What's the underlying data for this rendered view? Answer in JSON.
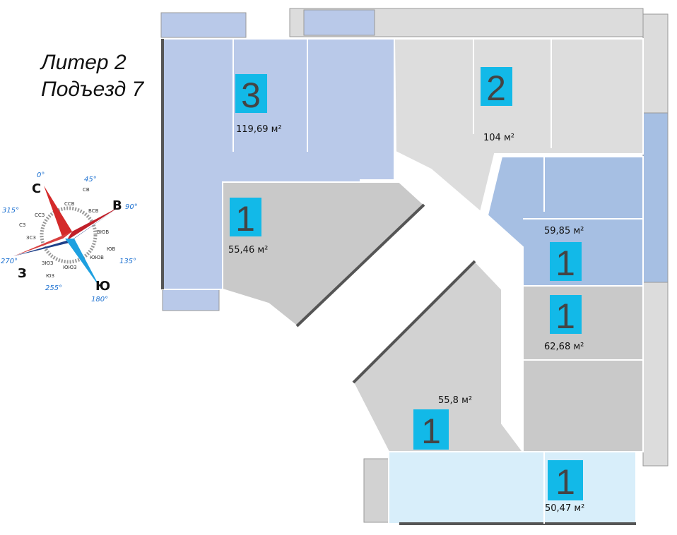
{
  "header": {
    "line1": "Литер 2",
    "line2": "Подъезд 7"
  },
  "apartments": [
    {
      "rooms": "3",
      "area": "119,69 м²",
      "color": "#b9c9e9"
    },
    {
      "rooms": "2",
      "area": "104 м²",
      "color": "#dddddd"
    },
    {
      "rooms": "1",
      "area": "55,46 м²",
      "color": "#c9c9c9"
    },
    {
      "rooms": "1",
      "area": "59,85 м²",
      "color": "#a6bfe3"
    },
    {
      "rooms": "1",
      "area": "62,68 м²",
      "color": "#c9c9c9"
    },
    {
      "rooms": "1",
      "area": "55,8 м²",
      "color": "#d2d2d2"
    },
    {
      "rooms": "1",
      "area": "50,47 м²",
      "color": "#d8eefa"
    }
  ],
  "badge_color": "#12b9e8",
  "compass": {
    "N": "С",
    "E": "В",
    "S": "Ю",
    "W": "З",
    "NE": "СВ",
    "SE": "ЮВ",
    "SW": "ЮЗ",
    "NW": "СЗ",
    "minor": [
      "ССВ",
      "ВСВ",
      "ВЮВ",
      "ЮЮВ",
      "ЮЮЗ",
      "ЗЮЗ",
      "ЗСЗ",
      "ССЗ"
    ],
    "deg_N": "0°",
    "deg_NE": "45°",
    "deg_E": "90°",
    "deg_SE": "135°",
    "deg_S": "180°",
    "deg_SW": "255°",
    "deg_W": "270°",
    "deg_NW": "315°"
  }
}
